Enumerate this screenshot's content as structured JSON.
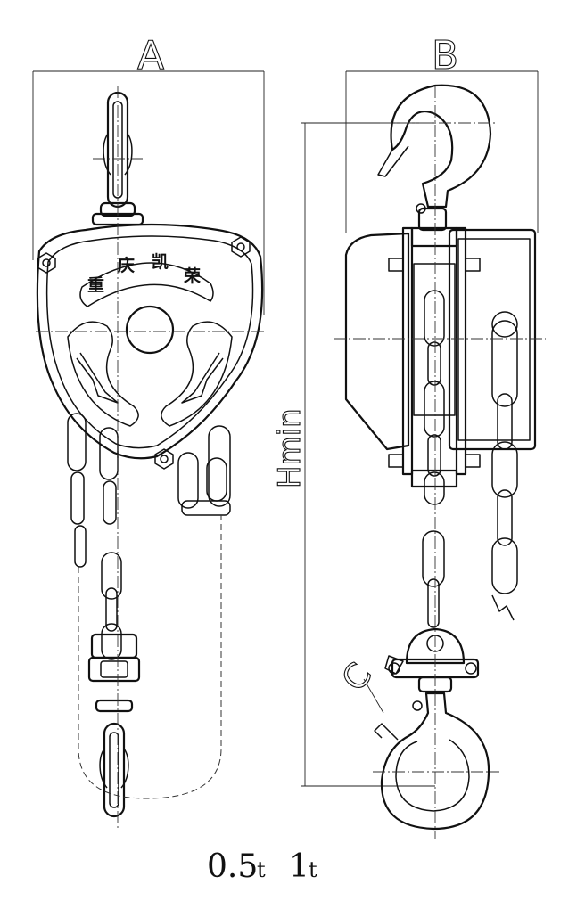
{
  "dimensions": {
    "a": "A",
    "b": "B",
    "h": "Hmin",
    "c": "C"
  },
  "brand": [
    "重",
    "庆",
    "凯",
    "荣"
  ],
  "caption": {
    "big1": "0.5",
    "small1": "t",
    "big2": "1",
    "small2": "t"
  }
}
